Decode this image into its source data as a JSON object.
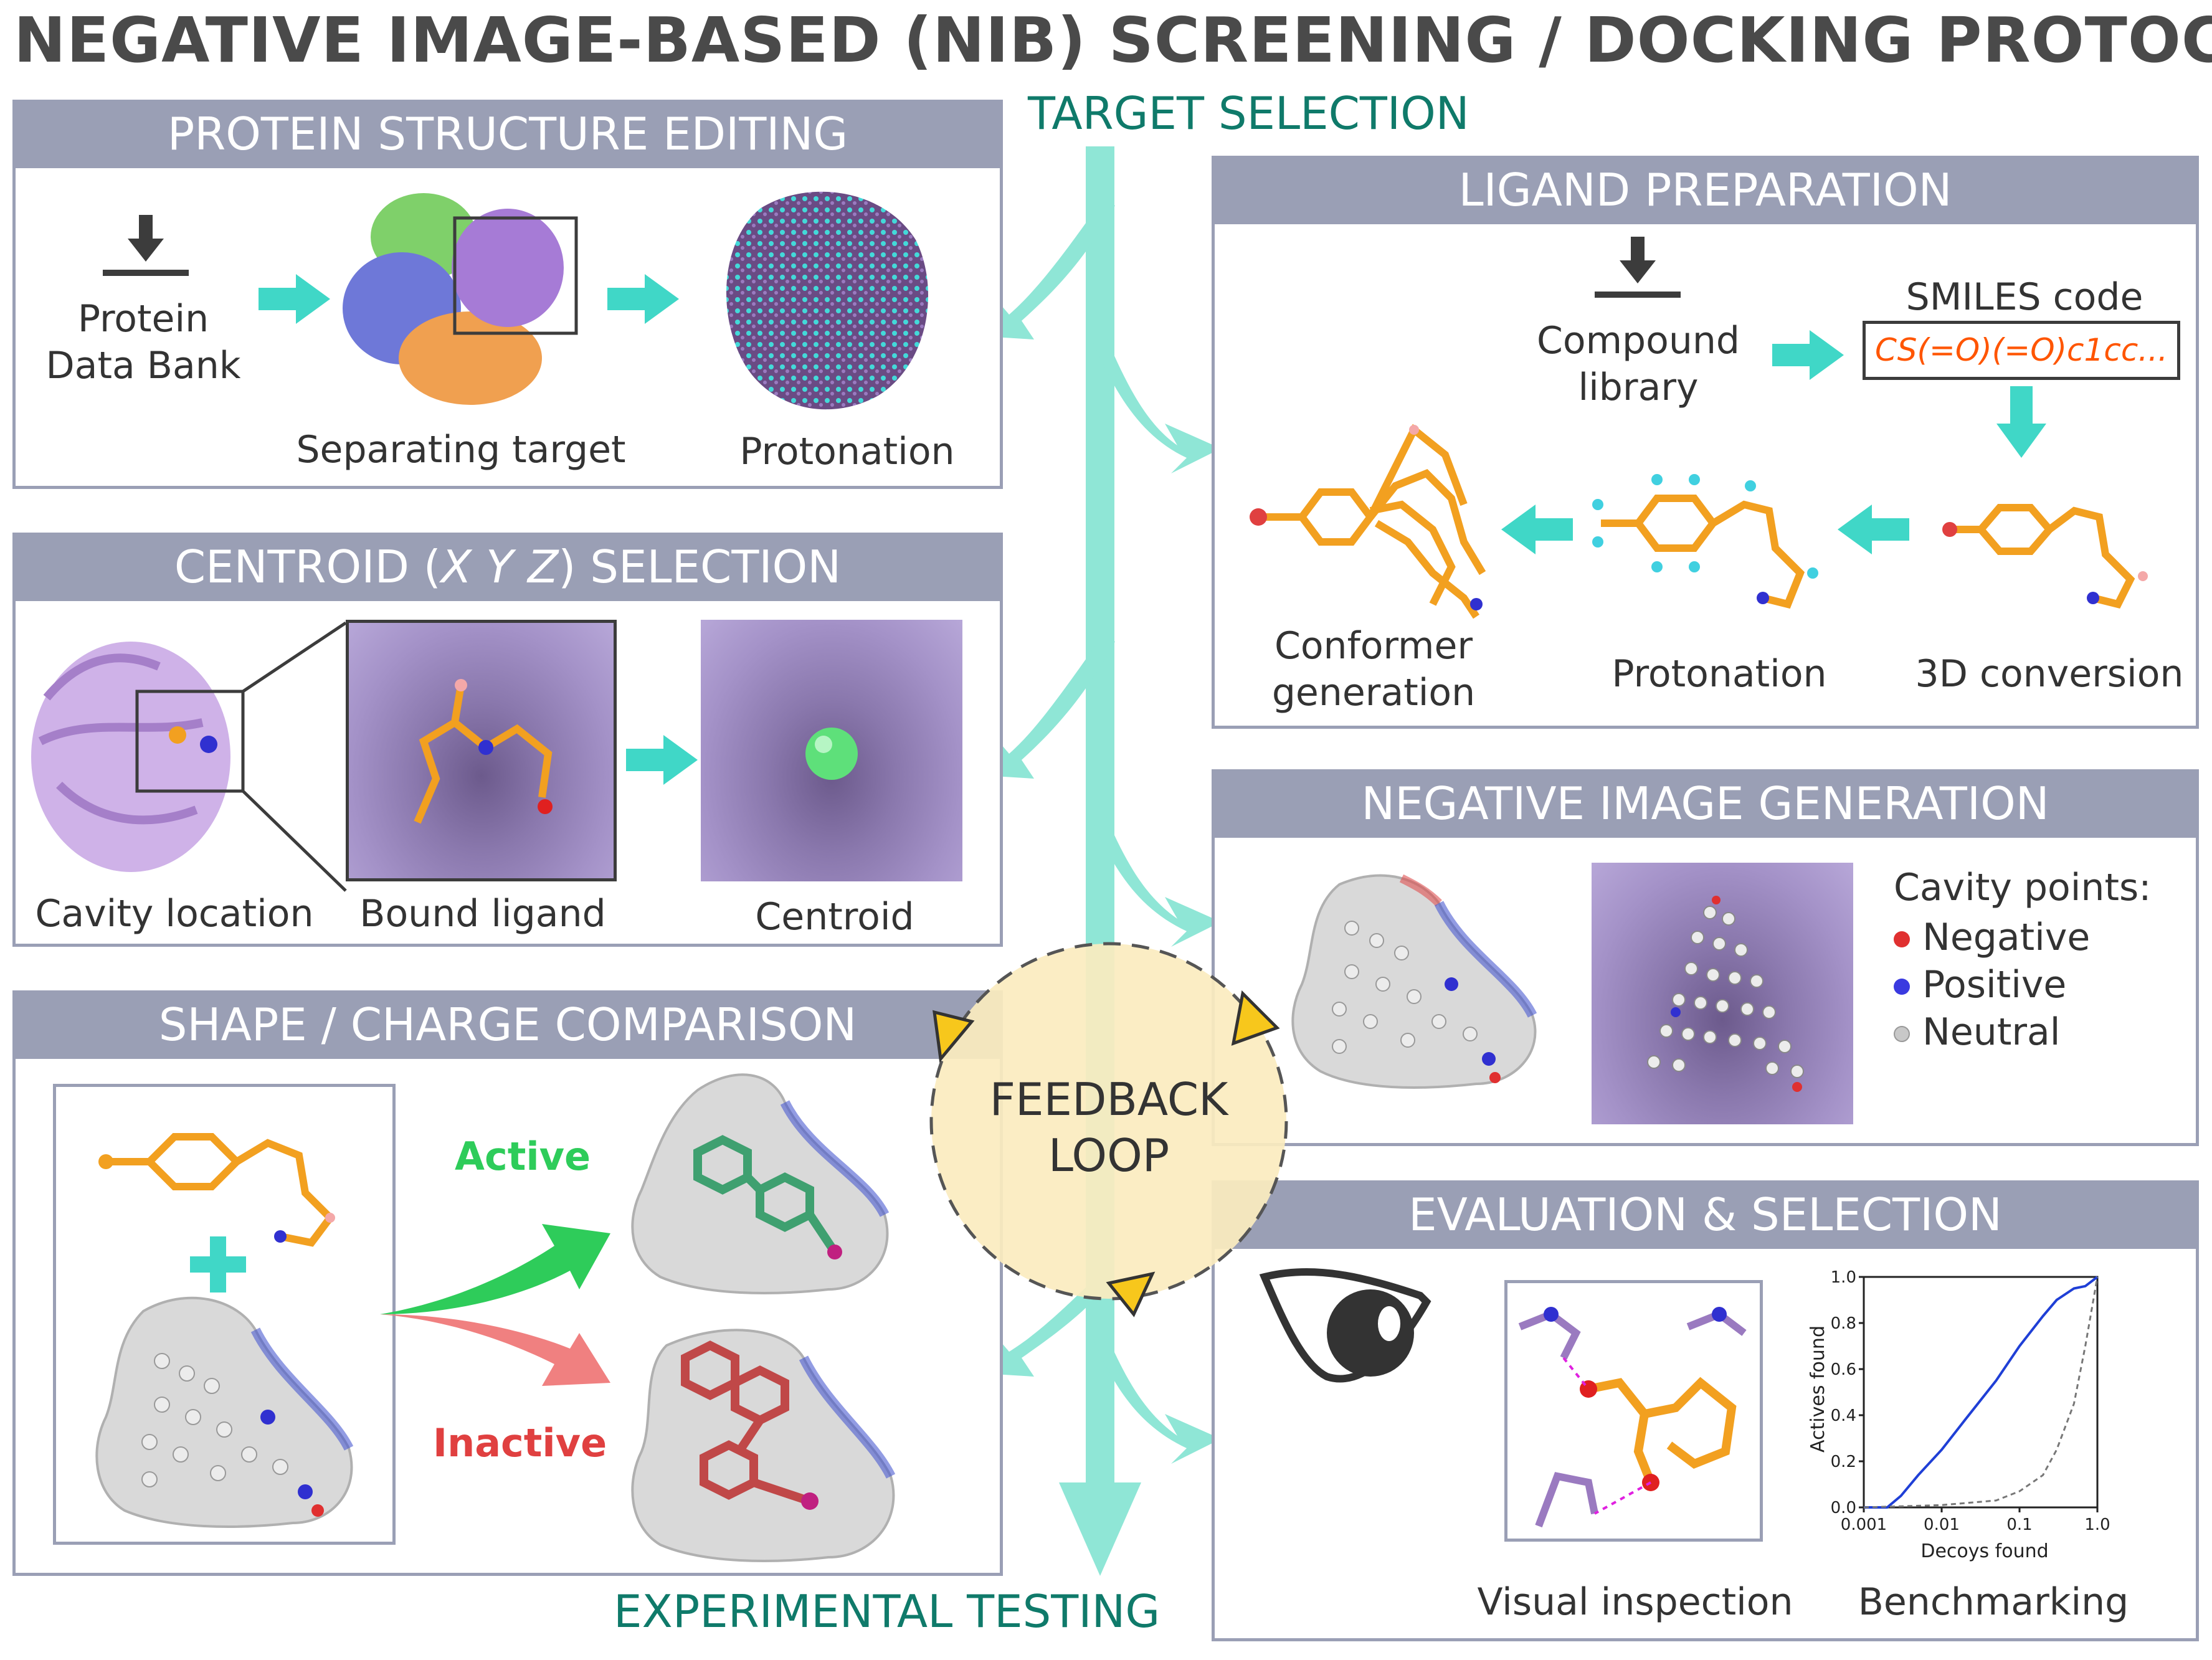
{
  "title": "NEGATIVE IMAGE-BASED (NIB) SCREENING / DOCKING PROTOCOL",
  "flow": {
    "top": "TARGET SELECTION",
    "bottom": "EXPERIMENTAL TESTING",
    "center": [
      "FEEDBACK",
      "LOOP"
    ]
  },
  "protein_panel": {
    "header": "PROTEIN STRUCTURE EDITING",
    "pdb_label": [
      "Protein",
      "Data Bank"
    ],
    "separating_label": "Separating target",
    "protonation_label": "Protonation"
  },
  "centroid_panel": {
    "header_parts": [
      "CENTROID (",
      "X Y Z",
      ") SELECTION"
    ],
    "cavity_label": "Cavity location",
    "bound_label": "Bound ligand",
    "centroid_label": "Centroid"
  },
  "shape_panel": {
    "header": "SHAPE / CHARGE COMPARISON",
    "active_label": "Active",
    "inactive_label": "Inactive"
  },
  "ligand_panel": {
    "header": "LIGAND PREPARATION",
    "library_label": [
      "Compound",
      "library"
    ],
    "smiles_title": "SMILES code",
    "smiles_value": "CS(=O)(=O)c1cc...",
    "conformer_label": [
      "Conformer",
      "generation"
    ],
    "protonation_label": "Protonation",
    "conversion_label": "3D conversion"
  },
  "negative_panel": {
    "header": "NEGATIVE IMAGE GENERATION",
    "legend_title": "Cavity points:",
    "legend": [
      {
        "label": "Negative",
        "color": "#e03030"
      },
      {
        "label": "Positive",
        "color": "#3a3ae0"
      },
      {
        "label": "Neutral",
        "color": "#c8c8c8"
      }
    ]
  },
  "evaluation_panel": {
    "header": "EVALUATION & SELECTION",
    "visual_label": "Visual inspection",
    "bench_label": "Benchmarking"
  },
  "colors": {
    "panel_header": "#9a9fb5",
    "flow_arrow": "#8fe6d6",
    "accent_teal": "#40d7c7",
    "feedback_fill": "#fbecbf",
    "active": "#2ecc5a",
    "inactive": "#e04040",
    "smiles": "#ff5500",
    "ligand": "#f2a020"
  },
  "chart_data": {
    "type": "line",
    "xlabel": "Decoys found",
    "ylabel": "Actives found",
    "xscale": "log",
    "xlim": [
      0.001,
      1.0
    ],
    "ylim": [
      0.0,
      1.0
    ],
    "xticks": [
      "0.001",
      "0.01",
      "0.1",
      "1.0"
    ],
    "yticks": [
      "0.0",
      "0.2",
      "0.4",
      "0.6",
      "0.8",
      "1.0"
    ],
    "series": [
      {
        "style": "solid",
        "color": "#1f3fd6",
        "x": [
          0.001,
          0.002,
          0.003,
          0.005,
          0.01,
          0.02,
          0.05,
          0.1,
          0.2,
          0.3,
          0.5,
          0.7,
          1.0
        ],
        "y": [
          0.0,
          0.0,
          0.05,
          0.14,
          0.25,
          0.38,
          0.55,
          0.7,
          0.83,
          0.9,
          0.95,
          0.96,
          1.0
        ]
      },
      {
        "style": "dashed",
        "color": "#777777",
        "x": [
          0.001,
          0.01,
          0.05,
          0.1,
          0.2,
          0.3,
          0.5,
          0.7,
          1.0
        ],
        "y": [
          0.0,
          0.01,
          0.03,
          0.07,
          0.14,
          0.25,
          0.45,
          0.7,
          1.0
        ]
      }
    ]
  }
}
